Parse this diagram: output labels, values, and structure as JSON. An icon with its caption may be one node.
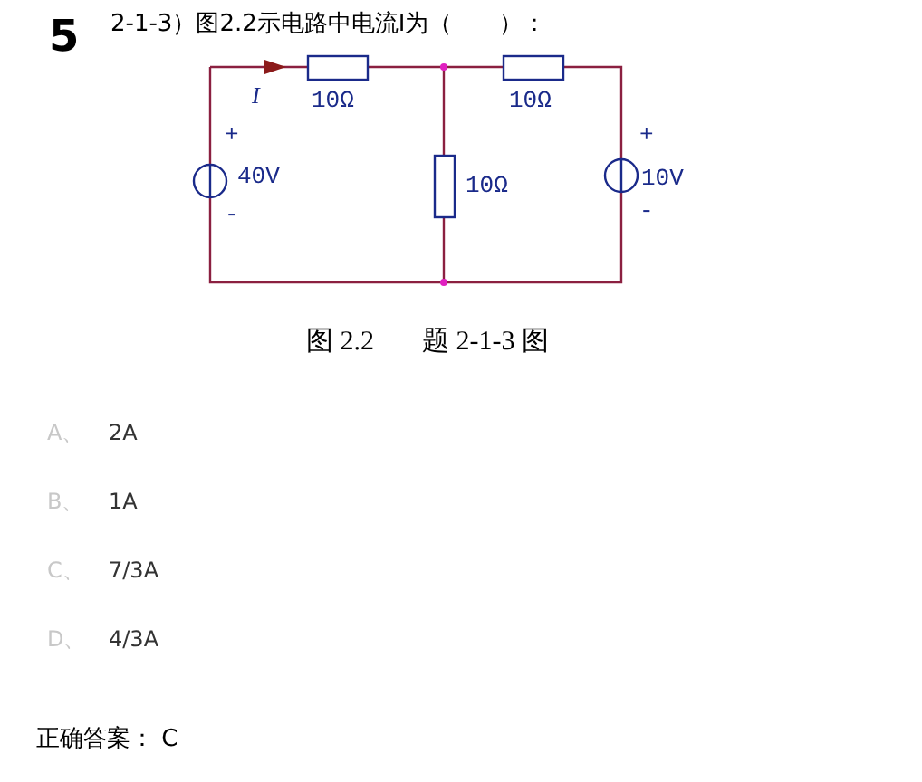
{
  "diagram": {
    "title": "2-1-3）图2.2示电路中电流I为（　　）：",
    "labels": [
      "5",
      "I",
      "10Ω",
      "10Ω",
      "10Ω",
      "+",
      "40V",
      "-",
      "+",
      "10V",
      "-",
      "图 2.2",
      "题 2-1-3 图",
      "A、",
      "2A",
      "B、",
      "1A",
      "C、",
      "7/3A",
      "D、",
      "4/3A",
      "正确答案： C"
    ]
  }
}
